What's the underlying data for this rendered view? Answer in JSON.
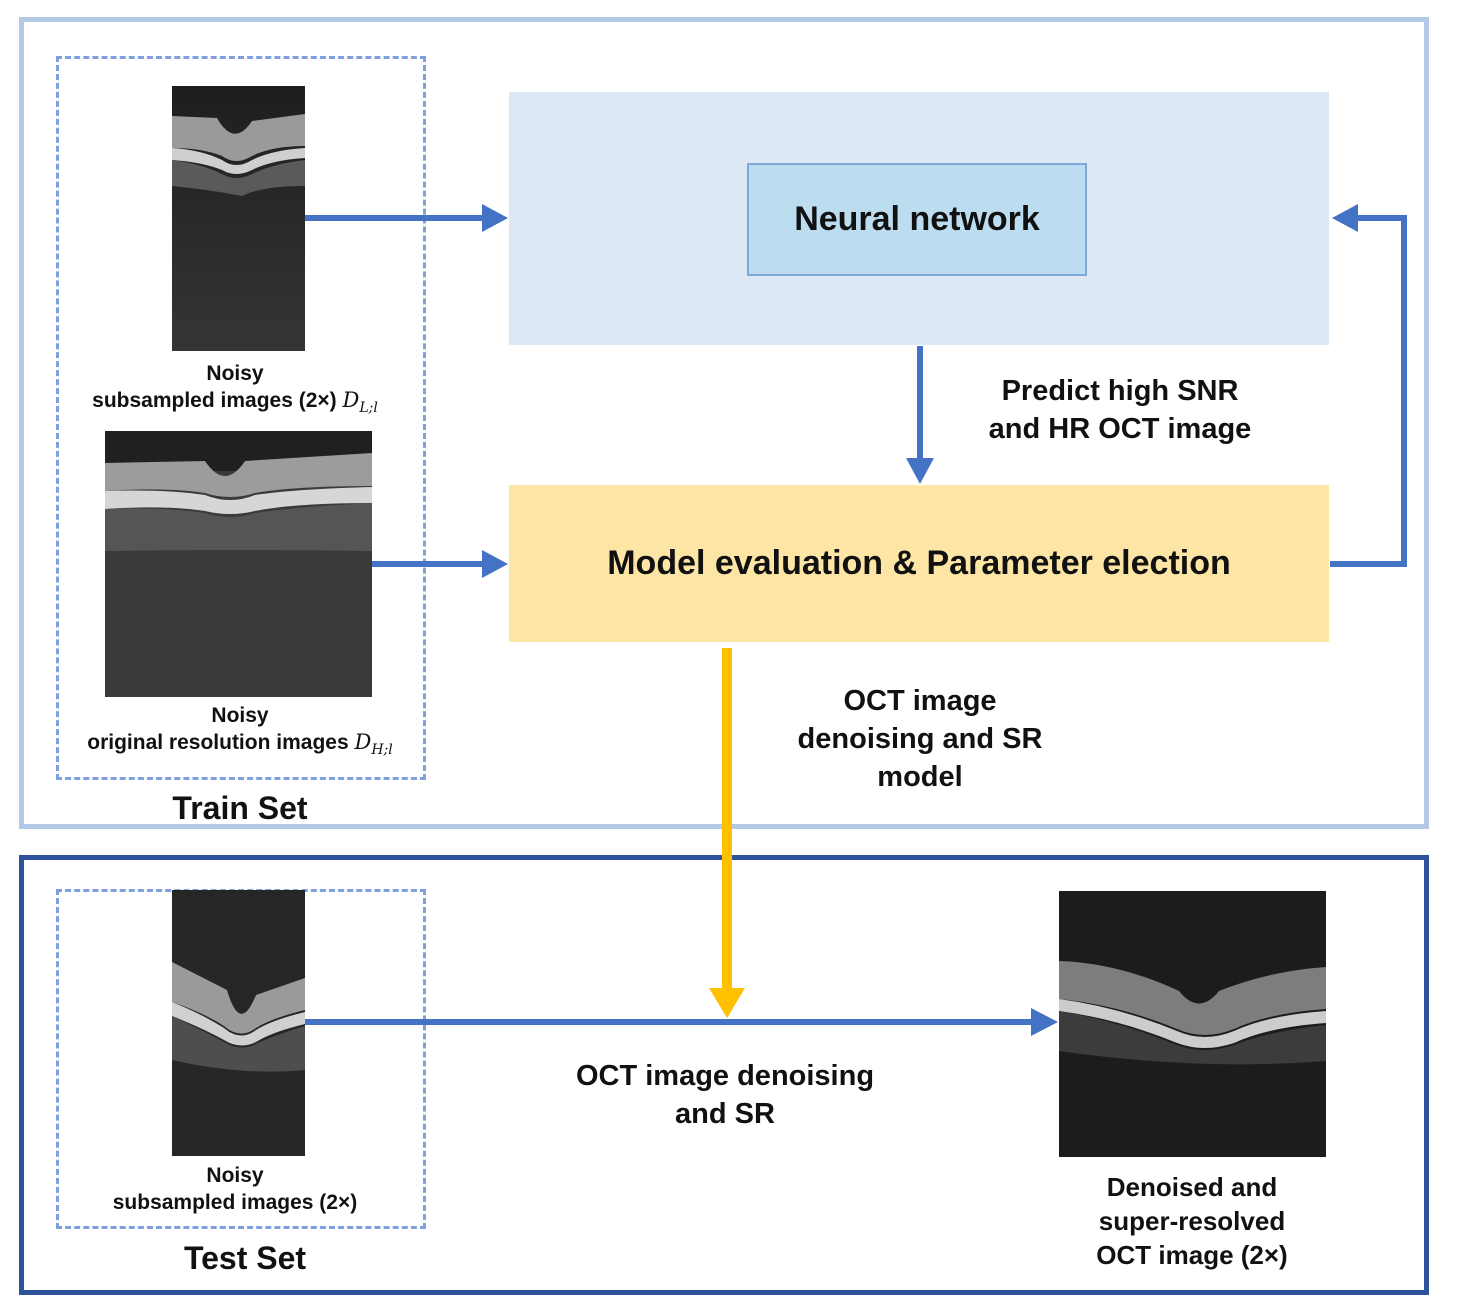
{
  "train": {
    "title": "Train Set",
    "input1": {
      "line1": "Noisy",
      "line2": "subsampled images (2×)",
      "symbol": "D",
      "subscript": "L;l"
    },
    "input2": {
      "line1": "Noisy",
      "line2": "original resolution images",
      "symbol": "D",
      "subscript": "H;l"
    }
  },
  "network": {
    "label": "Neural network"
  },
  "prediction": {
    "line1": "Predict high SNR",
    "line2": "and HR OCT image"
  },
  "evaluation": {
    "label": "Model evaluation & Parameter election"
  },
  "model_output": {
    "line1": "OCT image",
    "line2": "denoising and SR",
    "line3": "model"
  },
  "test": {
    "title": "Test Set",
    "input": {
      "line1": "Noisy",
      "line2": "subsampled images (2×)"
    },
    "process": {
      "line1": "OCT image denoising",
      "line2": "and SR"
    },
    "output": {
      "line1": "Denoised and",
      "line2": "super-resolved",
      "line3": "OCT image (2×)"
    }
  },
  "colors": {
    "blue_arrow": "#4472c4",
    "yellow_arrow": "#ffc000",
    "train_border": "#b4c8e8",
    "test_border": "#2f529c"
  }
}
